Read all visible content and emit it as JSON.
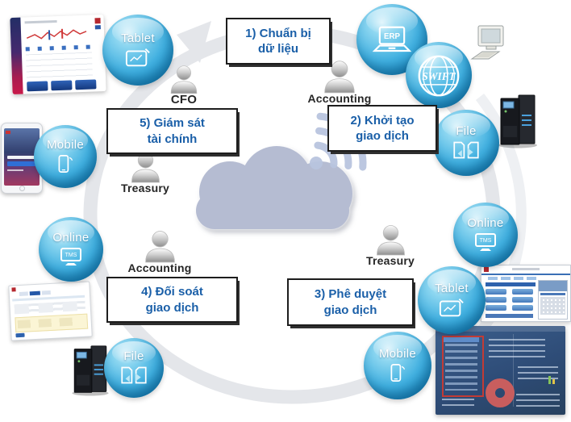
{
  "diagram": {
    "steps": {
      "step1": {
        "line1": "1) Chuẩn bị",
        "line2": "dữ liệu"
      },
      "step2": {
        "line1": "2) Khởi tạo",
        "line2": "giao dịch"
      },
      "step3": {
        "line1": "3) Phê duyệt",
        "line2": "giao dịch"
      },
      "step4": {
        "line1": "4) Đối soát",
        "line2": "giao dịch"
      },
      "step5": {
        "line1": "5) Giám sát",
        "line2": "tài chính"
      }
    },
    "roles": {
      "cfo": "CFO",
      "accounting": "Accounting",
      "treasury": "Treasury"
    },
    "channels": {
      "tablet": "Tablet",
      "mobile": "Mobile",
      "online": "Online",
      "file": "File",
      "erp": "ERP",
      "swift": "SWIFT"
    },
    "device_screens": {
      "tms": "TMS"
    },
    "colors": {
      "channel_blue": "#2fa9dc",
      "cloud_gray": "#b5bcd2",
      "step_text_blue": "#1a5fa8",
      "ring_gray": "#e4e6ea",
      "annotation_red": "#c23b35"
    }
  }
}
